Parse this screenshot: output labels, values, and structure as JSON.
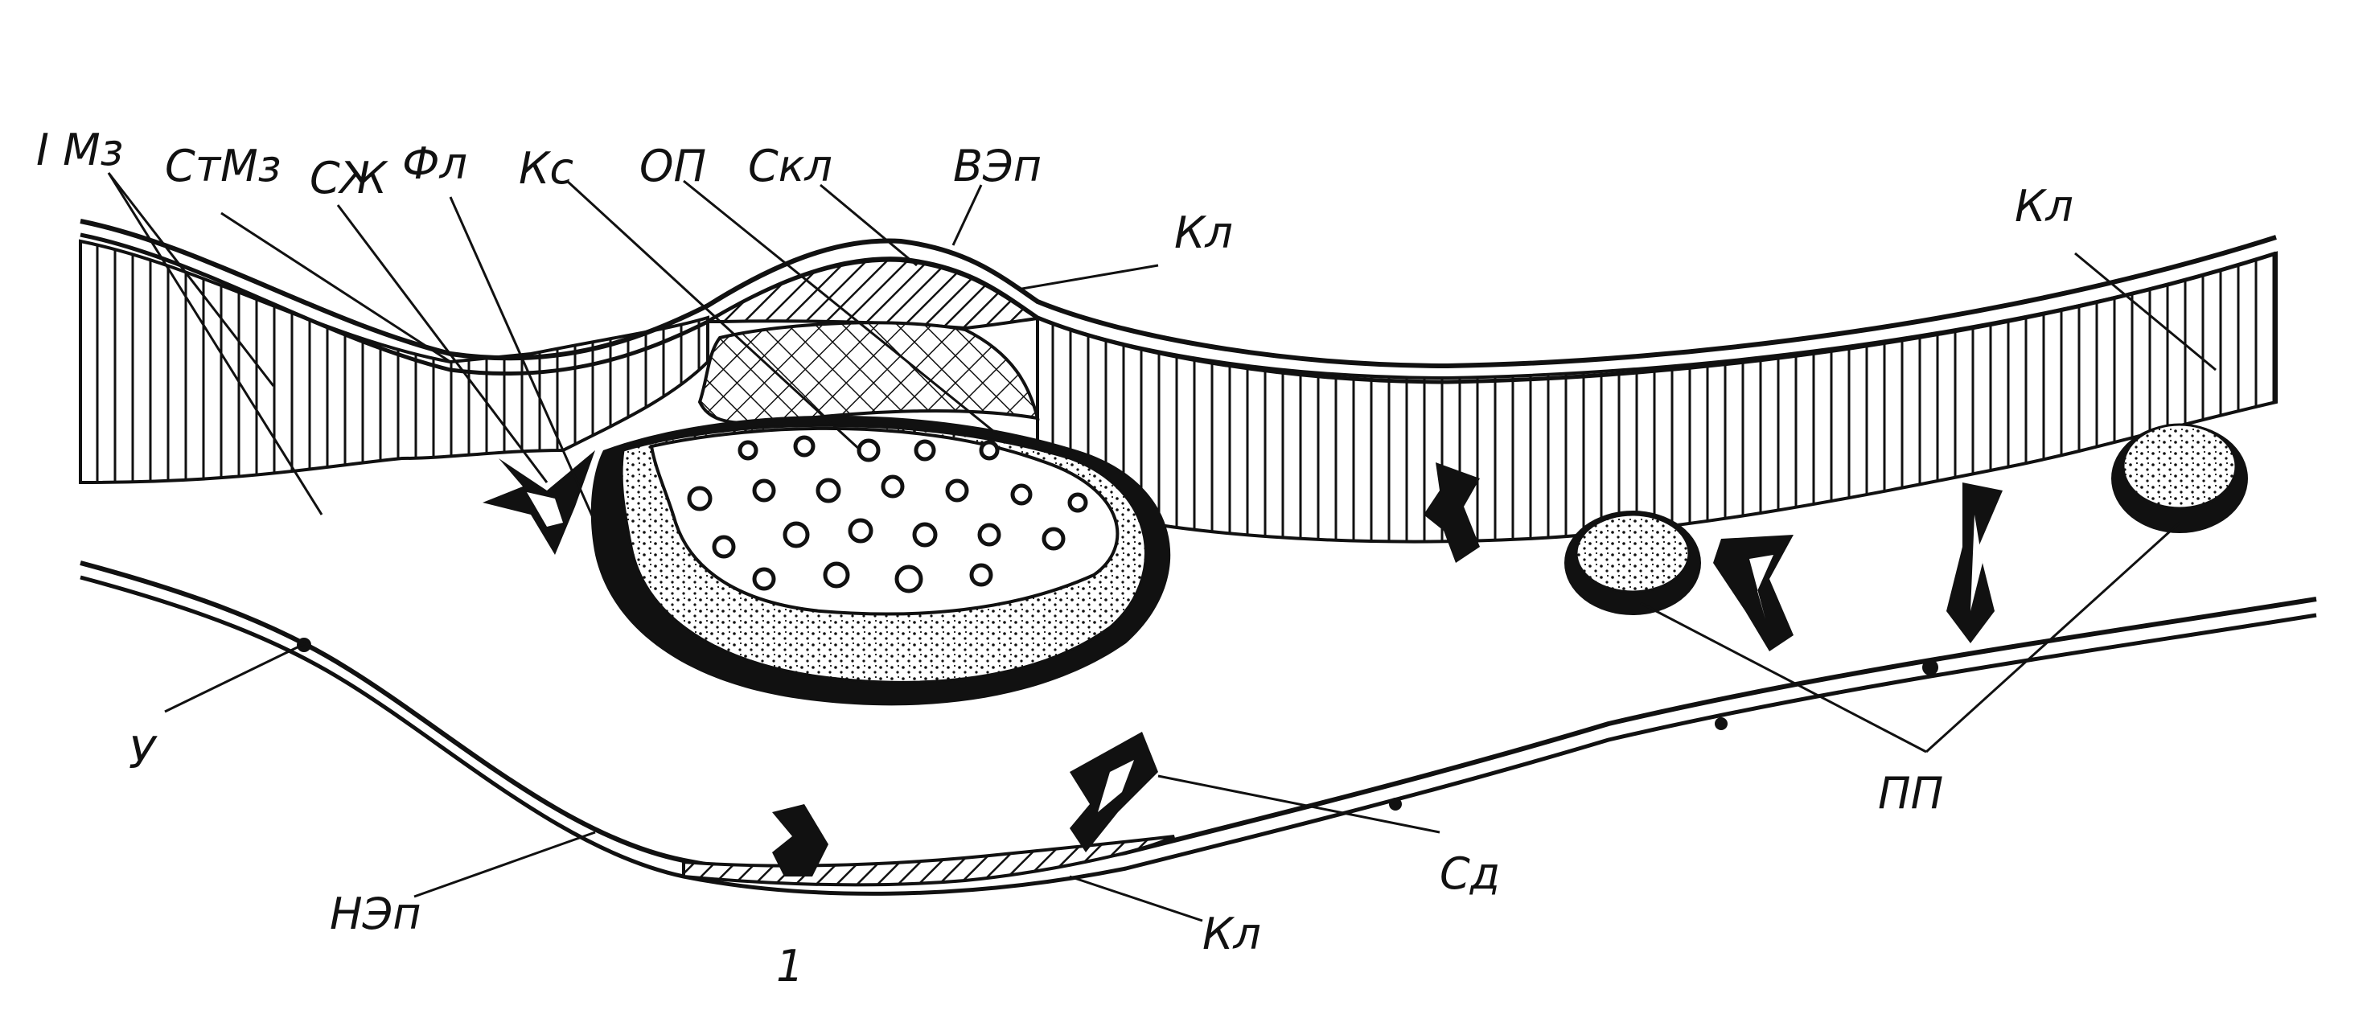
{
  "labels": {
    "i_mz": "I Мз",
    "st_mz": "СтМз",
    "szh": "СЖ",
    "fl": "Фл",
    "ks": "Кс",
    "op": "ОП",
    "skl": "Скл",
    "vep": "ВЭп",
    "kl_top": "Кл",
    "kl_right": "Кл",
    "u": "У",
    "nep": "НЭп",
    "kl_bottom": "Кл",
    "sd": "Сд",
    "pp": "ПП",
    "figure_number": "1"
  },
  "colors": {
    "ink": "#111111",
    "paper": "#ffffff"
  }
}
